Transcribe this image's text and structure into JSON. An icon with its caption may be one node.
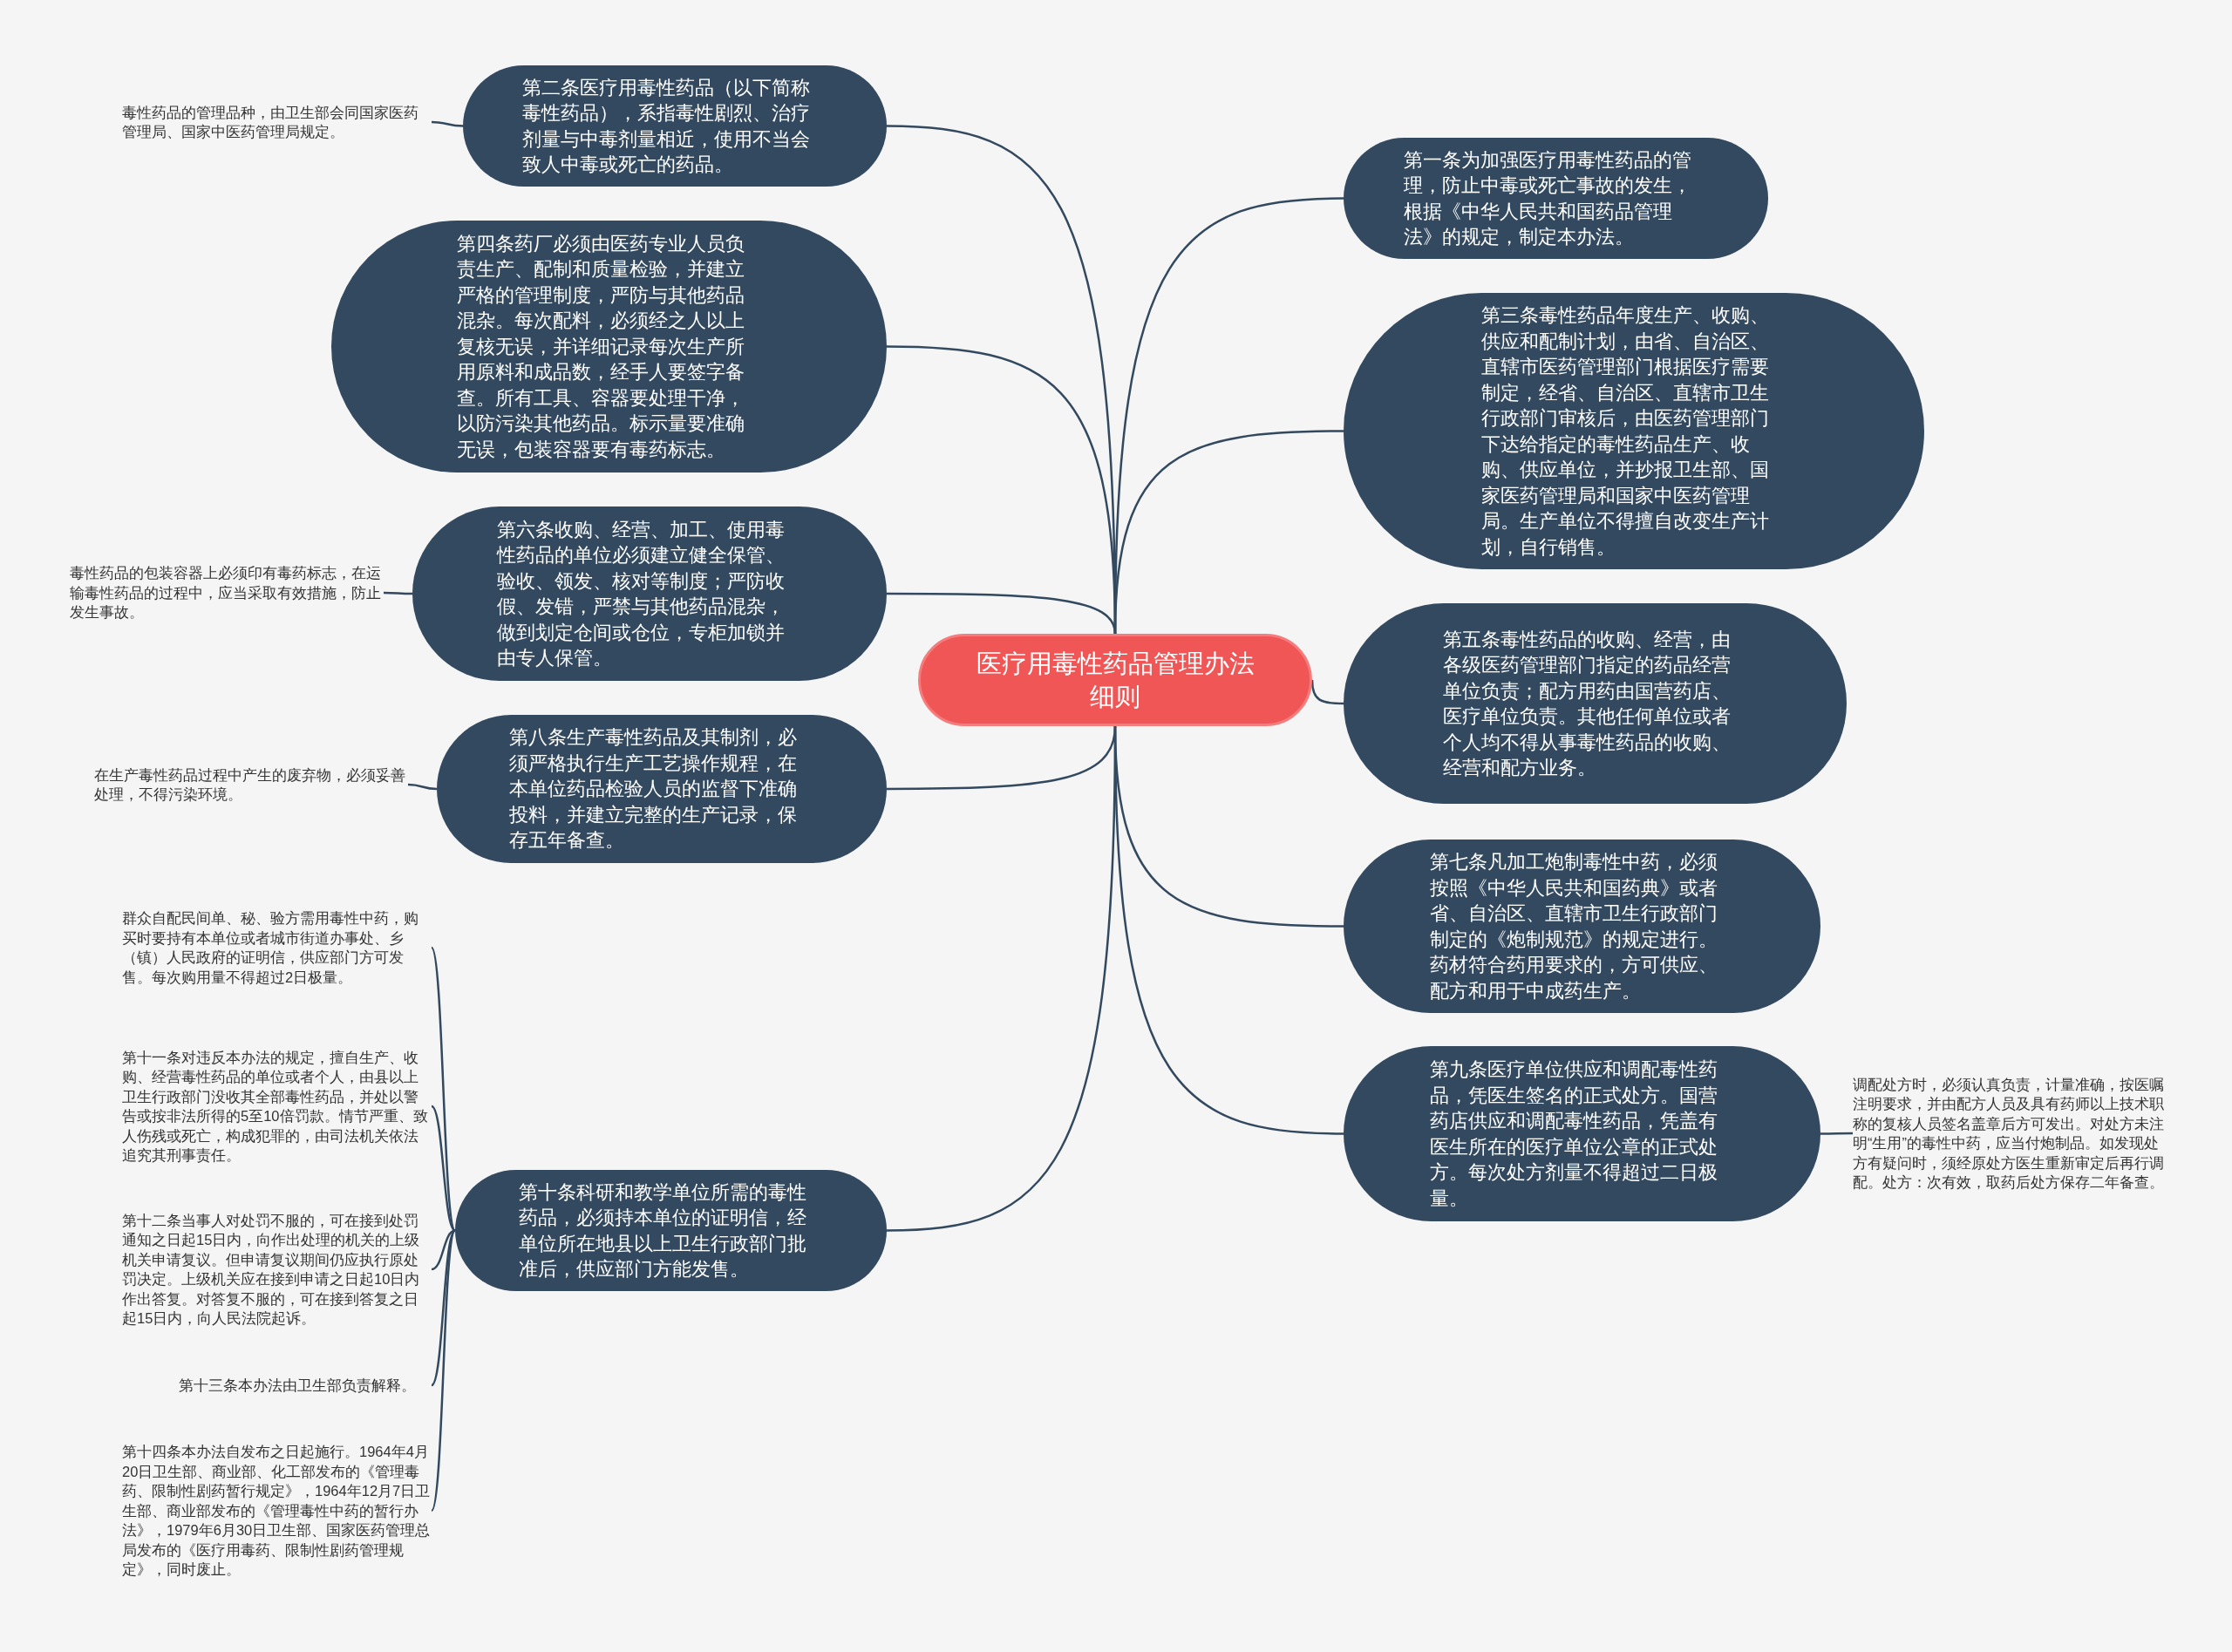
{
  "diagram": {
    "nodes": [
      {
        "text": [
          "医疗用毒性药品管理办法细则"
        ]
      },
      {
        "text": [
          "第一条为加强医疗用毒性药品的管理，防止中毒或死亡事故的发生，根据《中华人民共和国药品管理法》的规定，制定本办法。"
        ]
      },
      {
        "text": [
          "第二条医疗用毒性药品（以下简称毒性药品），系指毒性剧烈、治疗剂量与中毒剂量相近，使用不当会致人中毒或死亡的药品。"
        ]
      },
      {
        "text": [
          "第三条毒性药品年度生产、收购、供应和配制计划，由省、自治区、直辖市医药管理部门根据医疗需要制定，经省、自治区、直辖市卫生行政部门审核后，由医药管理部门下达给指定的毒性药品生产、收购、供应单位，并抄报卫生部、国家医药管理局和国家中医药管理局。生产单位不得擅自改变生产计划，自行销售。"
        ]
      },
      {
        "text": [
          "第四条药厂必须由医药专业人员负责生产、配制和质量检验，并建立严格的管理制度，严防与其他药品混杂。每次配料，必须经之人以上复核无误，并详细记录每次生产所用原料和成品数，经手人要签字备查。所有工具、容器要处理干净，以防污染其他药品。标示量要准确无误，包装容器要有毒药标志。"
        ]
      },
      {
        "text": [
          "第五条毒性药品的收购、经营，由各级医药管理部门指定的药品经营单位负责；配方用药由国营药店、医疗单位负责。其他任何单位或者个人均不得从事毒性药品的收购、经营和配方业务。"
        ]
      },
      {
        "text": [
          "第六条收购、经营、加工、使用毒性药品的单位必须建立健全保管、验收、领发、核对等制度；严防收假、发错，严禁与其他药品混杂，做到划定仓间或仓位，专柜加锁并由专人保管。"
        ]
      },
      {
        "text": [
          "第七条凡加工炮制毒性中药，必须按照《中华人民共和国药典》或者省、自治区、直辖市卫生行政部门制定的《炮制规范》的规定进行。药材符合药用要求的，方可供应、配方和用于中成药生产。"
        ]
      },
      {
        "text": [
          "第八条生产毒性药品及其制剂，必须严格执行生产工艺操作规程，在本单位药品检验人员的监督下准确投料，并建立完整的生产记录，保存五年备查。"
        ]
      },
      {
        "text": [
          "第九条医疗单位供应和调配毒性药品，凭医生签名的正式处方。国营药店供应和调配毒性药品，凭盖有医生所在的医疗单位公章的正式处方。每次处方剂量不得超过二日极量。"
        ]
      },
      {
        "text": [
          "第十条科研和教学单位所需的毒性药品，必须持本单位的证明信，经单位所在地县以上卫生行政部门批准后，供应部门方能发售。"
        ]
      },
      {
        "text": [
          "毒性药品的管理品种，由卫生部会同国家医药管理局、国家中医药管理局规定。"
        ]
      },
      {
        "text": [
          "毒性药品的包装容器上必须印有毒药标志，在运输毒性药品的过程中，应当采取有效措施，防止发生事故。"
        ]
      },
      {
        "text": [
          "在生产毒性药品过程中产生的废弃物，必须妥善处理，不得污染环境。"
        ]
      },
      {
        "text": [
          "调配处方时，必须认真负责，计量准确，按医嘱注明要求，并由配方人员及具有药师以上技术职称的复核人员签名盖章后方可发出。对处方未注明“生用”的毒性中药，应当付炮制品。如发现处方有疑问时，须经原处方医生重新审定后再行调配。处方：次有效，取药后处方保存二年备查。"
        ]
      },
      {
        "text": [
          "群众自配民间单、秘、验方需用毒性中药，购买时要持有本单位或者城市街道办事处、乡（镇）人民政府的证明信，供应部门方可发售。每次购用量不得超过2日极量。"
        ]
      },
      {
        "text": [
          "第十一条对违反本办法的规定，擅自生产、收购、经营毒性药品的单位或者个人，由县以上卫生行政部门没收其全部毒性药品，并处以警告或按非法所得的5至10倍罚款。情节严重、致人伤残或死亡，构成犯罪的，由司法机关依法追究其刑事责任。"
        ]
      },
      {
        "text": [
          "第十二条当事人对处罚不服的，可在接到处罚通知之日起15日内，向作出处理的机关的上级机关申请复议。但申请复议期间仍应执行原处罚决定。上级机关应在接到申请之日起10日内作出答复。对答复不服的，可在接到答复之日起15日内，向人民法院起诉。"
        ]
      },
      {
        "text": [
          "第十三条本办法由卫生部负责解释。"
        ]
      },
      {
        "text": [
          "第十四条本办法自发布之日起施行。1964年4月20日卫生部、商业部、化工部发布的《管理毒药、限制性剧药暂行规定》，1964年12月7日卫生部、商业部发布的《管理毒性中药的暂行办法》，1979年6月30日卫生部、国家医药管理总局发布的《医疗用毒药、限制性剧药管理规定》，同时废止。"
        ]
      }
    ],
    "edges": [
      {
        "from": 0,
        "to": 1,
        "arrow": "none"
      },
      {
        "from": 0,
        "to": 2,
        "arrow": "none"
      },
      {
        "from": 0,
        "to": 3,
        "arrow": "none"
      },
      {
        "from": 0,
        "to": 4,
        "arrow": "none"
      },
      {
        "from": 0,
        "to": 5,
        "arrow": "none"
      },
      {
        "from": 0,
        "to": 6,
        "arrow": "none"
      },
      {
        "from": 0,
        "to": 7,
        "arrow": "none"
      },
      {
        "from": 0,
        "to": 8,
        "arrow": "none"
      },
      {
        "from": 0,
        "to": 9,
        "arrow": "none"
      },
      {
        "from": 0,
        "to": 10,
        "arrow": "none"
      },
      {
        "from": 2,
        "to": 11,
        "arrow": "none"
      },
      {
        "from": 6,
        "to": 12,
        "arrow": "none"
      },
      {
        "from": 8,
        "to": 13,
        "arrow": "none"
      },
      {
        "from": 9,
        "to": 14,
        "arrow": "none"
      },
      {
        "from": 10,
        "to": 15,
        "arrow": "none"
      },
      {
        "from": 10,
        "to": 16,
        "arrow": "none"
      },
      {
        "from": 10,
        "to": 17,
        "arrow": "none"
      },
      {
        "from": 10,
        "to": 18,
        "arrow": "none"
      },
      {
        "from": 10,
        "to": 19,
        "arrow": "none"
      }
    ]
  }
}
